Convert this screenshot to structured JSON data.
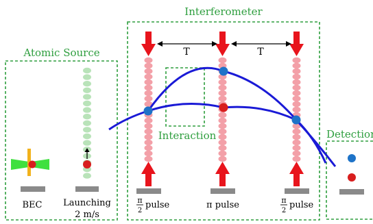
{
  "sections": {
    "atomic_source": "Atomic Source",
    "interferometer": "Interferometer",
    "interaction": "Interaction",
    "detection": "Detection"
  },
  "labels": {
    "bec": "BEC",
    "launching_line1": "Launching",
    "launching_line2": "2 m/s",
    "T_left": "T",
    "T_right": "T",
    "pulse_left_num": "π",
    "pulse_left_den": "2",
    "pulse_left_word": "pulse",
    "pulse_mid": "π pulse",
    "pulse_right_num": "π",
    "pulse_right_den": "2",
    "pulse_right_word": "pulse"
  },
  "colors": {
    "box_border": "#2e9e3e",
    "title_green": "#2e9e3e",
    "laser_arrow": "#e8141c",
    "beam_dots": "#f3a0a8",
    "trajectory": "#1a1ad6",
    "atom_blue": "#1e73c8",
    "atom_red": "#d81e1e",
    "launch_dots": "#b9e3b9",
    "platform": "#8a8a8a"
  }
}
